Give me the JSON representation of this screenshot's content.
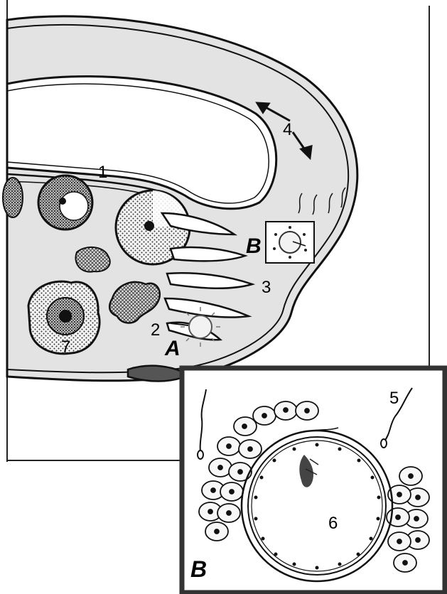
{
  "figure": {
    "labels": {
      "one": "1",
      "two": "2",
      "three": "3",
      "four": "4",
      "five": "5",
      "six": "6",
      "seven": "7",
      "site_a": "A",
      "site_b": "B",
      "inset": "B"
    },
    "colors": {
      "ink": "#111111",
      "wall_shade": "#e3e3e3",
      "paper": "#ffffff",
      "inset_border": "#333333"
    }
  }
}
